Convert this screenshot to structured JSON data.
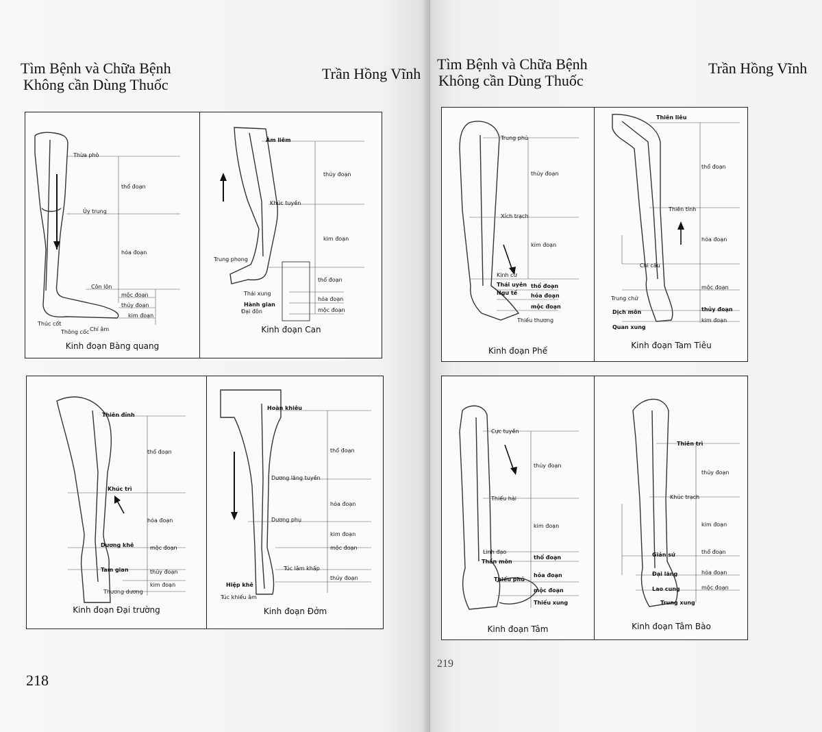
{
  "left_page": {
    "header_title_1": "Tìm Bệnh và Chữa Bệnh",
    "header_title_2": "Không cần  Dùng Thuốc",
    "header_author": "Trần Hồng Vĩnh",
    "page_number": "218",
    "figures": [
      {
        "caption": "Kinh đoạn Bàng quang",
        "labels": [
          "Thừa phò",
          "thổ đoạn",
          "Ủy trung",
          "hỏa đoạn",
          "Côn lôn",
          "mộc đoạn",
          "thủy đoạn",
          "kim đoạn",
          "Thúc cốt",
          "Thông cốc",
          "Chí âm"
        ]
      },
      {
        "caption": "Kinh đoạn Can",
        "labels": [
          "Âm liêm",
          "thủy đoạn",
          "Khúc tuyền",
          "kim đoạn",
          "Trung phong",
          "thổ đoạn",
          "Thái xung",
          "Hành gian",
          "Đại đôn",
          "hỏa đoạn",
          "mộc đoạn"
        ]
      },
      {
        "caption": "Kinh đoạn Đại trường",
        "labels": [
          "Thiên đỉnh",
          "thổ đoạn",
          "Khúc trì",
          "hỏa đoạn",
          "Dương khê",
          "mộc đoạn",
          "Tam gian",
          "thủy đoạn",
          "Thương dương",
          "kim đoạn"
        ]
      },
      {
        "caption": "Kinh đoạn Đởm",
        "labels": [
          "Hoàn khiêu",
          "thổ đoạn",
          "Dương lăng tuyền",
          "hỏa đoạn",
          "Dương phụ",
          "kim đoạn",
          "mộc đoạn",
          "Túc lâm khấp",
          "thủy đoạn",
          "Hiệp khê",
          "Túc khiếu âm"
        ]
      }
    ]
  },
  "right_page": {
    "header_title_1": "Tìm Bệnh và Chữa Bệnh",
    "header_title_2": "Không cần  Dùng Thuốc",
    "header_author": "Trần Hồng Vĩnh",
    "page_number": "219",
    "figures": [
      {
        "caption": "Kinh đoạn Phế",
        "labels": [
          "Trung phủ",
          "thủy đoạn",
          "Xích trạch",
          "kim đoạn",
          "Kinh cừ",
          "Thái uyên",
          "Ngư tế",
          "thổ đoạn",
          "hỏa đoạn",
          "mộc đoạn",
          "Thiếu thương"
        ]
      },
      {
        "caption": "Kinh đoạn Tam Tiêu",
        "labels": [
          "Thiên liêu",
          "thổ đoạn",
          "Thiên tỉnh",
          "hỏa đoạn",
          "Chi cấu",
          "mộc đoạn",
          "Trung chử",
          "thủy đoạn",
          "Dịch môn",
          "kim đoạn",
          "Quan xung"
        ]
      },
      {
        "caption": "Kinh đoạn Tâm",
        "labels": [
          "Cực tuyền",
          "thủy đoạn",
          "Thiếu hải",
          "kim đoạn",
          "Linh đạo",
          "Thần môn",
          "thổ đoạn",
          "Thiếu phủ",
          "hỏa đoạn",
          "mộc đoạn",
          "Thiếu xung"
        ]
      },
      {
        "caption": "Kinh đoạn Tâm Bào",
        "labels": [
          "Thiên trì",
          "thủy đoạn",
          "Khúc trạch",
          "kim đoạn",
          "Giản sứ",
          "thổ đoạn",
          "Đại lăng",
          "hỏa đoạn",
          "Lao cung",
          "mộc đoạn",
          "Trung xung"
        ]
      }
    ]
  },
  "colors": {
    "paper": "#f6f6f4",
    "ink": "#111111"
  }
}
